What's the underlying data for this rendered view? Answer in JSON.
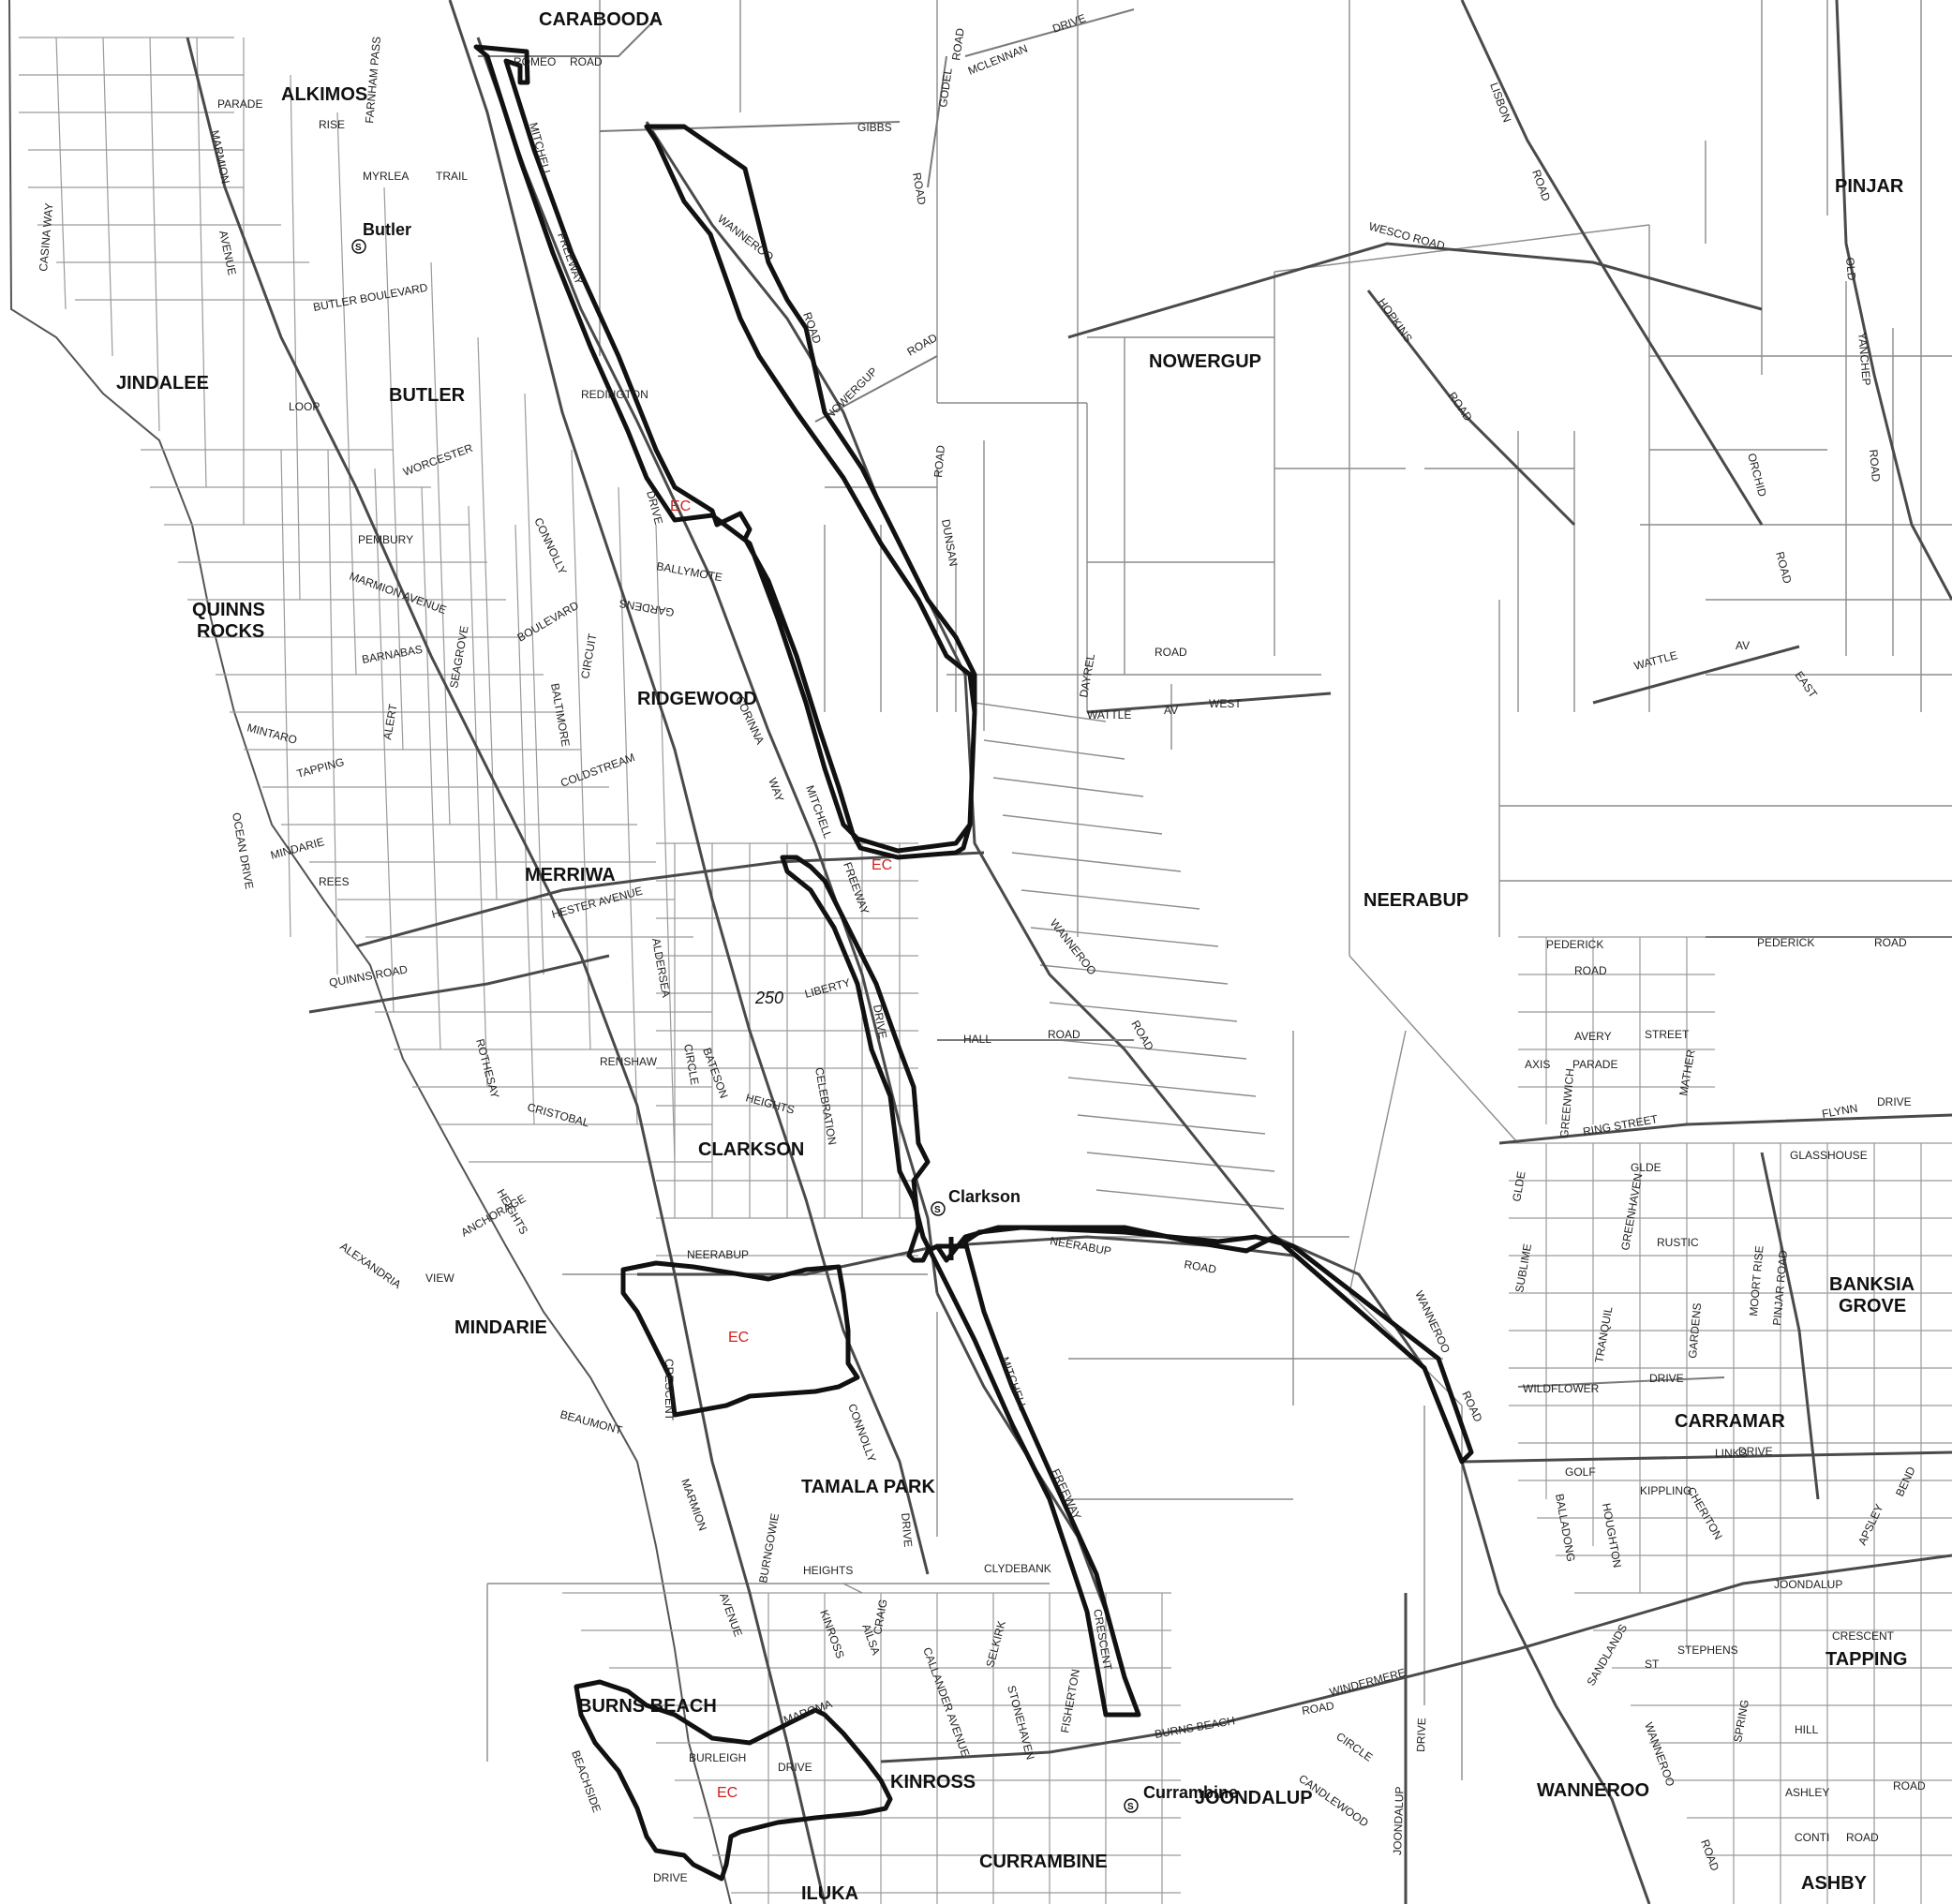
{
  "suburbs": {
    "carabooda": "CARABOODA",
    "alkimos": "ALKIMOS",
    "pinjar": "PINJAR",
    "jindalee": "JINDALEE",
    "butler": "BUTLER",
    "nowergup": "NOWERGUP",
    "quinns_rocks_1": "QUINNS",
    "quinns_rocks_2": "ROCKS",
    "ridgewood": "RIDGEWOOD",
    "merriwa": "MERRIWA",
    "neerabup": "NEERABUP",
    "clarkson": "CLARKSON",
    "mindarie": "MINDARIE",
    "banksia_grove_1": "BANKSIA",
    "banksia_grove_2": "GROVE",
    "carramar": "CARRAMAR",
    "tamala_park": "TAMALA PARK",
    "tapping": "TAPPING",
    "burns_beach": "BURNS BEACH",
    "kinross": "KINROSS",
    "wanneroo": "WANNEROO",
    "joondalup": "JOONDALUP",
    "currambine": "CURRAMBINE",
    "iluka": "ILUKA",
    "ashby": "ASHBY"
  },
  "stations": {
    "butler": "Butler",
    "clarkson": "Clarkson",
    "currambine": "Currambine",
    "symbol": "S"
  },
  "ec_label": "EC",
  "route_250": "250",
  "streets": {
    "romeo": "ROMEO",
    "road": "ROAD",
    "mclennan": "MCLENNAN",
    "drive": "DRIVE",
    "godel": "GODEL",
    "gibbs": "GIBBS",
    "lisbon": "LISBON",
    "mitchell": "MITCHELL",
    "freeway": "FREEWAY",
    "wanneroo": "WANNEROO",
    "wesco_road": "WESCO ROAD",
    "hopkins": "HOPKINS",
    "old": "OLD",
    "yanchep": "YANCHEP",
    "orchid": "ORCHID",
    "nowergup": "NOWERGUP",
    "redington": "REDINGTON",
    "connolly": "CONNOLLY",
    "myrlea": "MYRLEA",
    "trail": "TRAIL",
    "farnham_pass": "FARNHAM PASS",
    "rise": "RISE",
    "parade": "PARADE",
    "marmion": "MARMION",
    "avenue": "AVENUE",
    "butler_boulevard": "BUTLER BOULEVARD",
    "casina_way": "CASINA WAY",
    "loop": "LOOP",
    "worcester": "WORCESTER",
    "pembury": "PEMBURY",
    "marmion_avenue": "MARMION AVENUE",
    "ballymote": "BALLYMOTE",
    "gardens": "GARDENS",
    "boulevard": "BOULEVARD",
    "barnabas": "BARNABAS",
    "circuit": "CIRCUIT",
    "coldstream": "COLDSTREAM",
    "corinna": "CORINNA",
    "way": "WAY",
    "wattle": "WATTLE",
    "av": "AV",
    "west": "WEST",
    "east": "EAST",
    "dayrell": "DAYREL",
    "tapping": "TAPPING",
    "mindarie": "MINDARIE",
    "rees": "REES",
    "ocean_drive": "OCEAN DRIVE",
    "hester_avenue": "HESTER AVENUE",
    "quinns_road": "QUINNS ROAD",
    "aldersea": "ALDERSEA",
    "circle": "CIRCLE",
    "liberty": "LIBERTY",
    "hall": "HALL",
    "pederick": "PEDERICK",
    "avery": "AVERY",
    "street": "STREET",
    "axis": "AXIS",
    "mather": "MATHER",
    "flynn": "FLYNN",
    "greenwich": "GREENWICH",
    "ring_street": "RING STREET",
    "renshaw": "RENSHAW",
    "bateson": "BATESON",
    "celebration": "CELEBRATION",
    "heights": "HEIGHTS",
    "cristobal": "CRISTOBAL",
    "rothesay": "ROTHESAY",
    "anchorage": "ANCHORAGE",
    "view": "VIEW",
    "alexandria": "ALEXANDRIA",
    "neerabup": "NEERABUP",
    "glde": "GLDE",
    "greenhaven": "GREENHAVEN",
    "rustic": "RUSTIC",
    "glasshouse": "GLASSHOUSE",
    "tranquil": "TRANQUIL",
    "wildflower": "WILDFLOWER",
    "moort_rise": "MOORT RISE",
    "pinjar_road": "PINJAR ROAD",
    "beaumont": "BEAUMONT",
    "crescent": "CRESCENT",
    "golf": "GOLF",
    "links": "LINKS",
    "clydebank": "CLYDEBANK",
    "burns_beach": "BURNS BEACH",
    "windermere": "WINDERMERE",
    "joondalup": "JOONDALUP",
    "beachside": "BEACHSIDE",
    "burleigh": "BURLEIGH",
    "maroma": "MAROMA",
    "callander_avenue": "CALLANDER AVENUE",
    "selkirk": "SELKIRK",
    "stonehaven": "STONEHAVEN",
    "candlewood": "CANDLEWOOD",
    "ashley": "ASHLEY",
    "conti": "CONTI",
    "hill": "HILL",
    "spring": "SPRING",
    "stephens": "STEPHENS",
    "st": "ST",
    "houghton": "HOUGHTON",
    "kippling": "KIPPLING",
    "cheriton": "CHERITON",
    "apsley": "APSLEY",
    "bend": "BEND",
    "balladong": "BALLADONG",
    "sandlands": "SANDLANDS",
    "kinross": "KINROSS",
    "craig": "CRAIG",
    "ailsa": "AILSA",
    "burngowie": "BURNGOWIE",
    "fisherton": "FISHERTON",
    "dunsan": "DUNSAN",
    "seagrove": "SEAGROVE",
    "baltimore": "BALTIMORE",
    "alert": "ALERT",
    "mintaro": "MINTARO",
    "sublime": "SUBLIME",
    "drive_wanneroo": "DRIVE"
  },
  "colors": {
    "boundary": "#111111",
    "ec_red": "#d11f1f",
    "road": "#7a7a7a"
  }
}
